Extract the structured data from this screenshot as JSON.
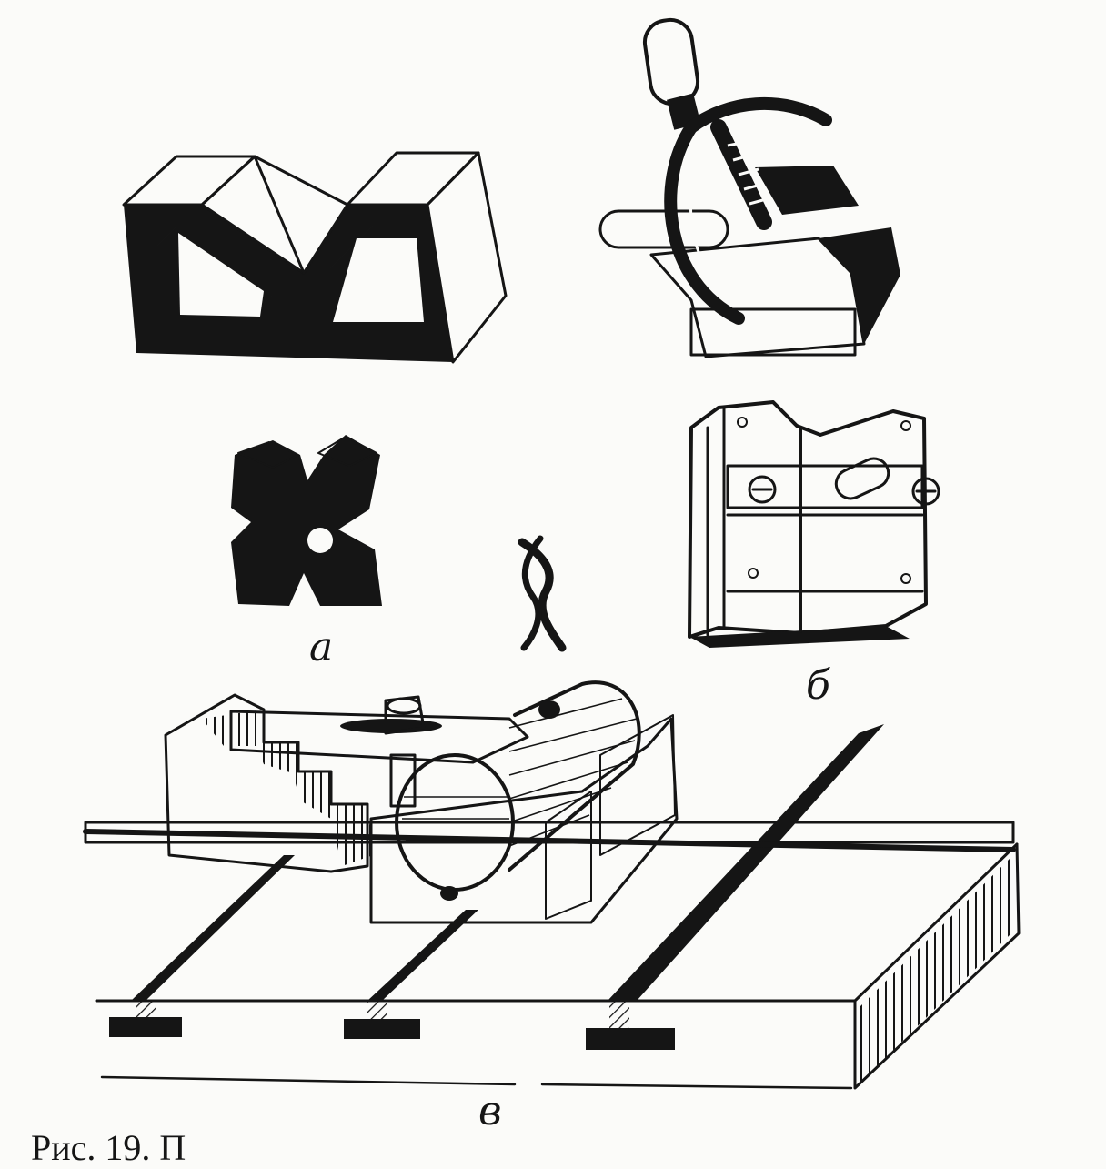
{
  "labels": {
    "a": "а",
    "b": "б",
    "v": "в"
  },
  "caption": "Рис. 19. П"
}
